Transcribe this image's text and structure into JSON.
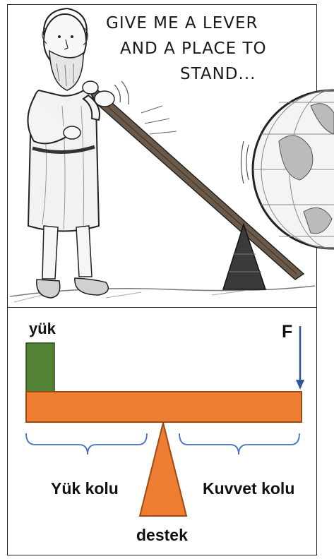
{
  "cartoon": {
    "caption_line1": "GIVE ME A LEVER",
    "caption_line2": "AND A PLACE TO",
    "caption_line3": "STAND..."
  },
  "diagram": {
    "load_label": "yük",
    "force_label": "F",
    "load_arm_label": "Yük kolu",
    "effort_arm_label": "Kuvvet kolu",
    "fulcrum_label": "destek"
  },
  "colors": {
    "beam": "#ed7d31",
    "beam_border": "#9c4a17",
    "load_box": "#548235",
    "force_arrow": "#2e5597",
    "brace": "#4472c4"
  }
}
